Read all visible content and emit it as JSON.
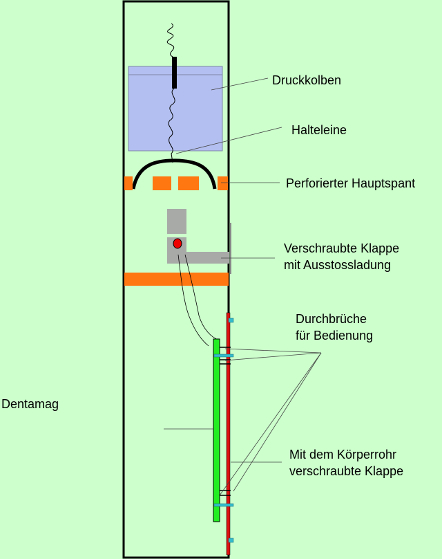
{
  "labels": {
    "druckkolben": "Druckkolben",
    "halteleine": "Halteleine",
    "hauptspant": "Perforierter Hauptspant",
    "klappe_line1": "Verschraubte Klappe",
    "klappe_line2": "mit Ausstossladung",
    "durchbrueche_line1": "Durchbrüche",
    "durchbrueche_line2": "für Bedienung",
    "dentamag": "Dentamag",
    "koerper_line1": "Mit dem Körperrohr",
    "koerper_line2": "verschraubte Klappe"
  },
  "colors": {
    "background": "#ccffcc",
    "tube_outline": "#000000",
    "piston": "#b3bff0",
    "bulkhead": "#ff7711",
    "flap_grey": "#a8aaa8",
    "charge": "#ee0000",
    "dentamag_green": "#22ee22",
    "body_flap_red": "#dd1111",
    "screw_cyan": "#33bbcc"
  }
}
